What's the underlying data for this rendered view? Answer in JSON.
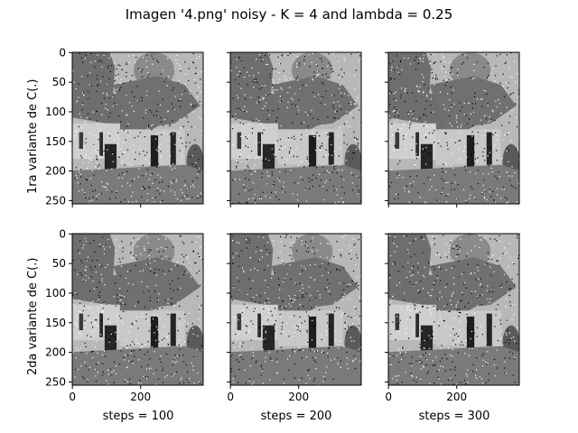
{
  "title": "Imagen '4.png' noisy - K = 4 and lambda = 0.25",
  "rows": [
    {
      "ylabel": "1ra variante de C(.)"
    },
    {
      "ylabel": "2da variante de C(.)"
    }
  ],
  "columns": [
    {
      "xlabel": "steps = 100"
    },
    {
      "xlabel": "steps = 200"
    },
    {
      "xlabel": "steps = 300"
    }
  ],
  "chart_data": {
    "type": "image-grid",
    "title": "Imagen '4.png' noisy - K = 4 and lambda = 0.25",
    "image": {
      "width": 384,
      "height": 256,
      "colormap": "gray",
      "content": "noisy grayscale photo of a cottage with thatched roof"
    },
    "xticks": [
      0,
      200
    ],
    "yticks": [
      0,
      50,
      100,
      150,
      200,
      250
    ],
    "xlim": [
      0,
      384
    ],
    "ylim": [
      256,
      0
    ],
    "row_labels": [
      "1ra variante de C(.)",
      "2da variante de C(.)"
    ],
    "col_labels": [
      "steps = 100",
      "steps = 200",
      "steps = 300"
    ]
  }
}
